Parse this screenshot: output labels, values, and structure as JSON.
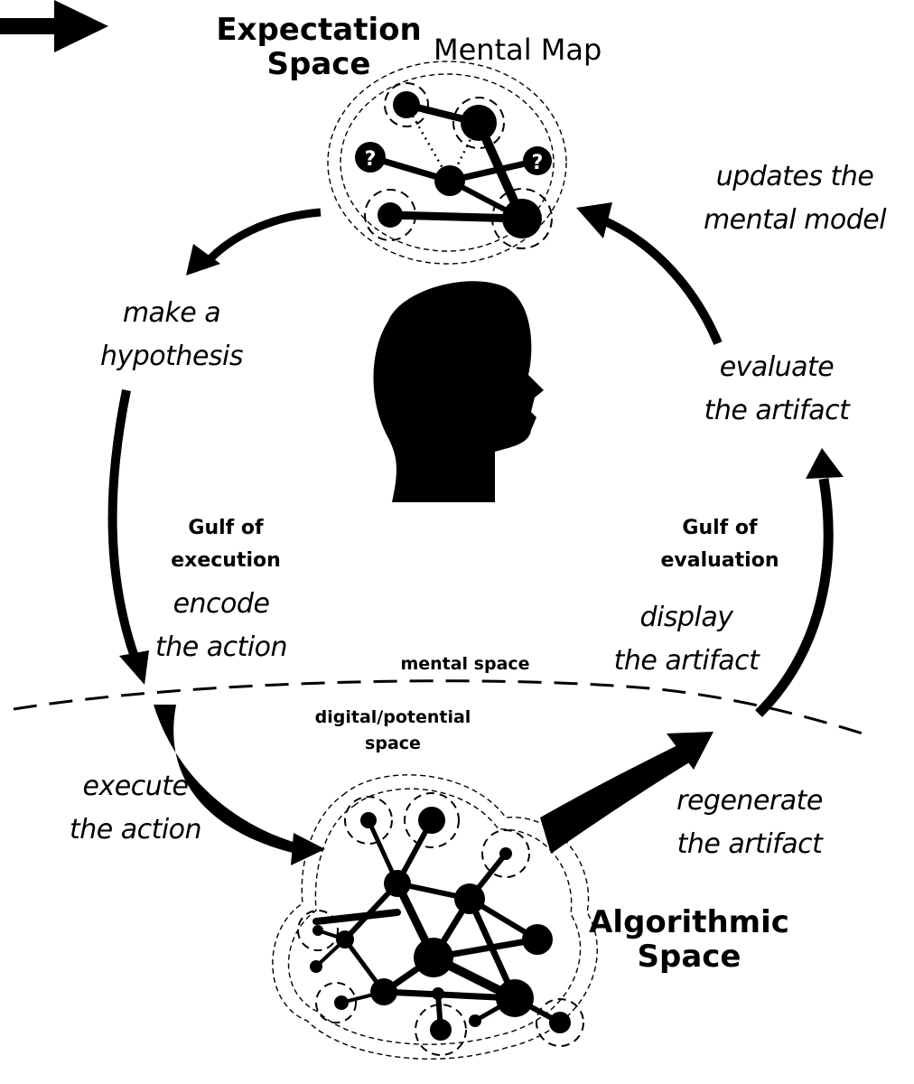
{
  "labels": {
    "expectation_space": [
      "Expectation",
      "Space"
    ],
    "mental_map": "Mental Map",
    "updates_model": [
      "updates the",
      "mental model"
    ],
    "make_hypothesis": [
      "make a",
      "hypothesis"
    ],
    "evaluate_artifact": [
      "evaluate",
      "the artifact"
    ],
    "gulf_execution": [
      "Gulf of",
      "execution"
    ],
    "encode_action": [
      "encode",
      "the action"
    ],
    "gulf_evaluation": [
      "Gulf of",
      "evaluation"
    ],
    "display_artifact": [
      "display",
      "the artifact"
    ],
    "mental_space": "mental space",
    "digital_space": [
      "digital/potential",
      "space"
    ],
    "execute_action": [
      "execute",
      "the action"
    ],
    "regenerate_artifact": [
      "regenerate",
      "the artifact"
    ],
    "algorithmic_space": [
      "Algorithmic",
      "Space"
    ],
    "question_mark": "?"
  }
}
